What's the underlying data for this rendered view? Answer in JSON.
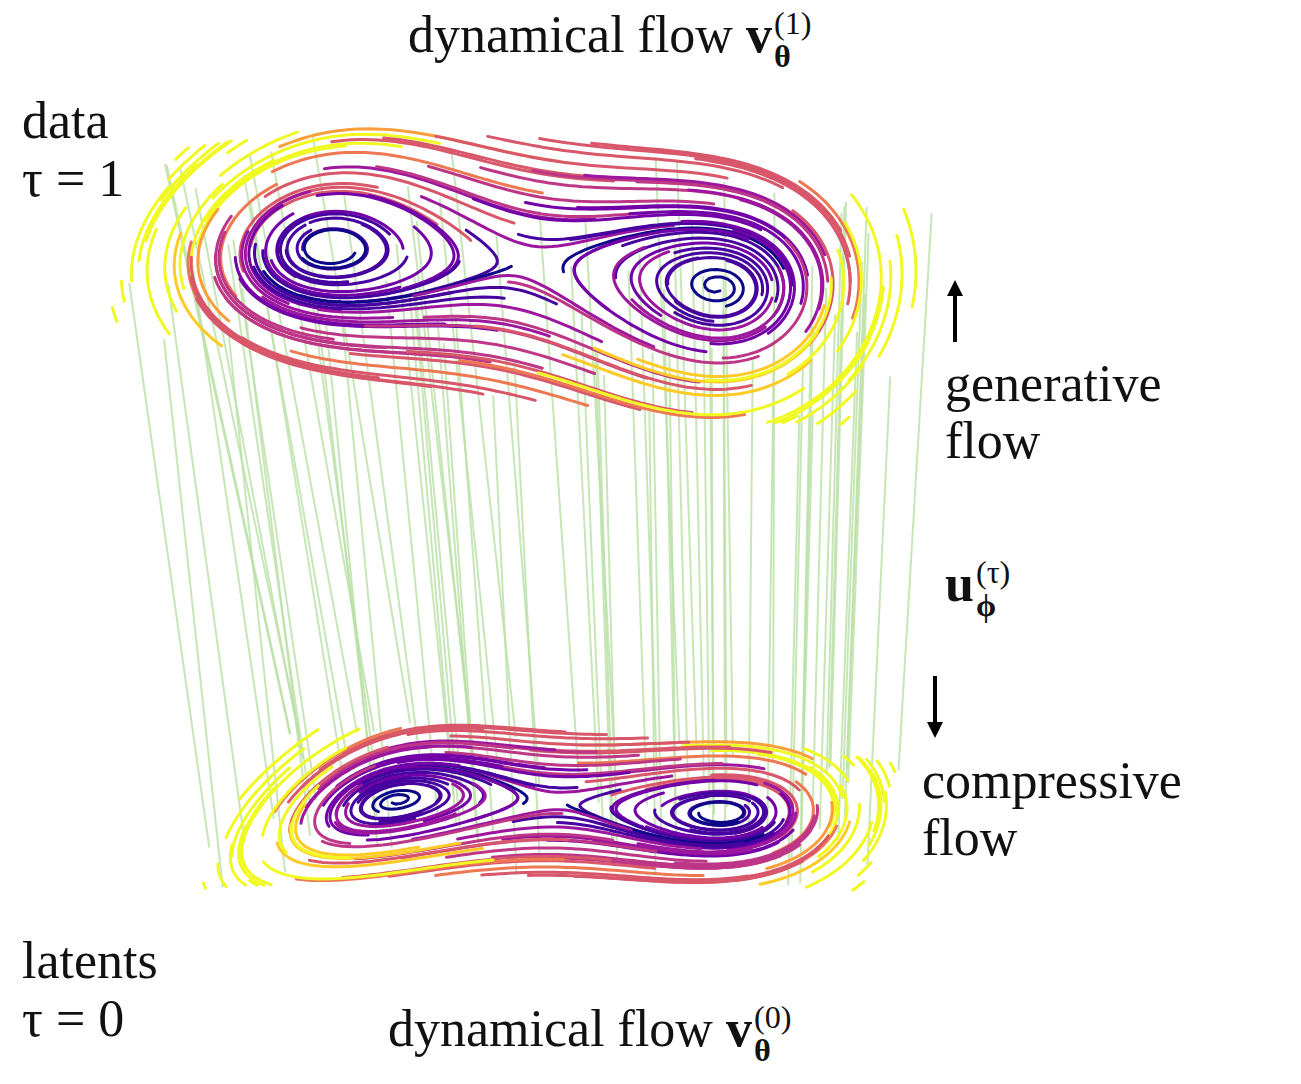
{
  "diagram": {
    "labels": [
      "dynamical flow",
      "v",
      "(1)",
      "θ",
      "data",
      "τ = 1",
      "generative flow",
      "u",
      "(τ)",
      "ϕ",
      "compressive flow",
      "latents",
      "τ = 0",
      "dynamical flow",
      "v",
      "(0)",
      "θ"
    ]
  }
}
